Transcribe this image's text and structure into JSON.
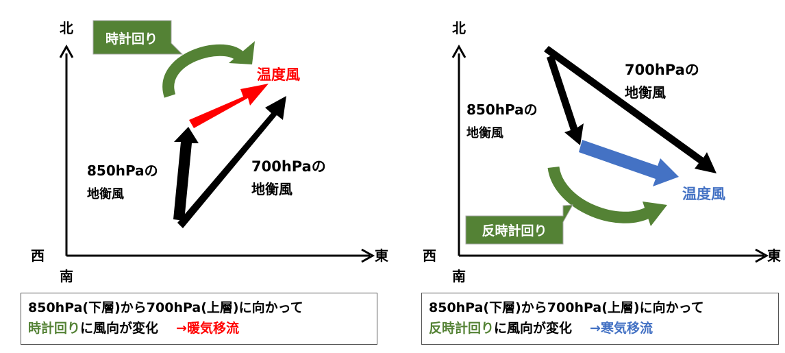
{
  "left": {
    "axes": {
      "north": "北",
      "south": "南",
      "west": "西",
      "east": "東"
    },
    "callout": "時計回り",
    "label_850": [
      "850hPaの",
      "地衡風"
    ],
    "label_700": [
      "700hPaの",
      "地衡風"
    ],
    "thermal_wind": "温度風",
    "caption": {
      "line1": "850hPa(下層)から700hPa(上層)に向かって",
      "rotation": "時計回り",
      "middle": "に風向が変化",
      "result": "→暖気移流"
    }
  },
  "right": {
    "axes": {
      "north": "北",
      "south": "南",
      "west": "西",
      "east": "東"
    },
    "callout": "反時計回り",
    "label_850": [
      "850hPaの",
      "地衡風"
    ],
    "label_700": [
      "700hPaの",
      "地衡風"
    ],
    "thermal_wind": "温度風",
    "caption": {
      "line1": "850hPa(下層)から700hPa(上層)に向かって",
      "rotation": "反時計回り",
      "middle": "に風向が変化",
      "result": "→寒気移流"
    }
  },
  "colors": {
    "veering": "#548235",
    "warm_advection": "#ff0000",
    "cold_advection": "#4472c4",
    "geostrophic_wind": "#000000"
  }
}
